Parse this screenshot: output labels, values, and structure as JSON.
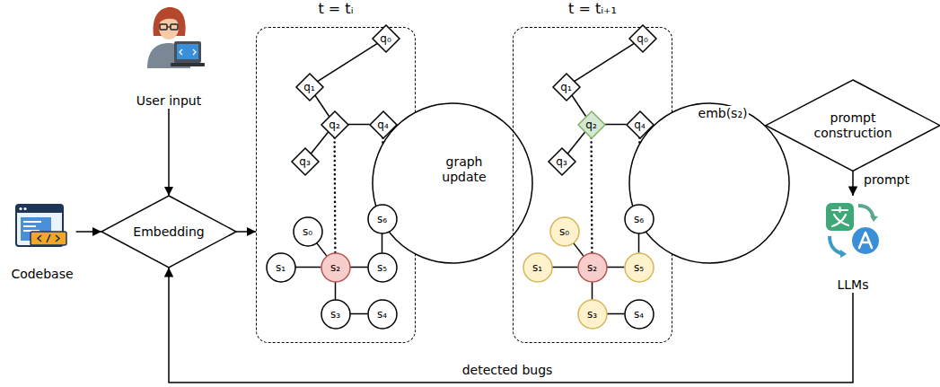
{
  "diagram": {
    "nodes": [
      {
        "text": [
          "User input"
        ]
      },
      {
        "text": [
          "Codebase"
        ]
      },
      {
        "text": [
          "Embedding"
        ]
      },
      {
        "text": [
          "t = tᵢ"
        ]
      },
      {
        "text": [
          "q₀"
        ],
        "in": 3
      },
      {
        "text": [
          "q₁"
        ],
        "in": 3
      },
      {
        "text": [
          "q₂"
        ],
        "in": 3
      },
      {
        "text": [
          "q₃"
        ],
        "in": 3
      },
      {
        "text": [
          "q₄"
        ],
        "in": 3
      },
      {
        "text": [
          "s₀"
        ],
        "in": 3
      },
      {
        "text": [
          "s₁"
        ],
        "in": 3
      },
      {
        "text": [
          "s₂"
        ],
        "in": 3
      },
      {
        "text": [
          "s₃"
        ],
        "in": 3
      },
      {
        "text": [
          "s₄"
        ],
        "in": 3
      },
      {
        "text": [
          "s₅"
        ],
        "in": 3
      },
      {
        "text": [
          "s₆"
        ],
        "in": 3
      },
      {
        "text": [
          "t = tᵢ₊₁"
        ]
      },
      {
        "text": [
          "q₀"
        ],
        "in": 16
      },
      {
        "text": [
          "q₁"
        ],
        "in": 16
      },
      {
        "text": [
          "q₂"
        ],
        "in": 16
      },
      {
        "text": [
          "q₃"
        ],
        "in": 16
      },
      {
        "text": [
          "q₄"
        ],
        "in": 16
      },
      {
        "text": [
          "s₀"
        ],
        "in": 16
      },
      {
        "text": [
          "s₁"
        ],
        "in": 16
      },
      {
        "text": [
          "s₂"
        ],
        "in": 16
      },
      {
        "text": [
          "s₃"
        ],
        "in": 16
      },
      {
        "text": [
          "s₄"
        ],
        "in": 16
      },
      {
        "text": [
          "s₅"
        ],
        "in": 16
      },
      {
        "text": [
          "s₆"
        ],
        "in": 16
      },
      {
        "text": [
          "prompt construction"
        ]
      },
      {
        "text": [
          "LLMs"
        ]
      }
    ],
    "edges": [
      {
        "from": 0,
        "to": 2,
        "arrow": "to"
      },
      {
        "from": 1,
        "to": 2,
        "arrow": "to"
      },
      {
        "from": 2,
        "to": 3,
        "arrow": "to"
      },
      {
        "from": 3,
        "to": 16,
        "label": "graph update",
        "arrow": "to"
      },
      {
        "from": 16,
        "to": 29,
        "label": "emb(s₂)",
        "arrow": "to"
      },
      {
        "from": 29,
        "to": 30,
        "label": "prompt",
        "arrow": "to"
      },
      {
        "from": 30,
        "to": 2,
        "label": "detected bugs",
        "arrow": "to"
      },
      {
        "from": 4,
        "to": 5,
        "arrow": "none"
      },
      {
        "from": 5,
        "to": 6,
        "arrow": "none"
      },
      {
        "from": 6,
        "to": 7,
        "arrow": "none"
      },
      {
        "from": 6,
        "to": 8,
        "arrow": "none"
      },
      {
        "from": 9,
        "to": 11,
        "arrow": "none"
      },
      {
        "from": 10,
        "to": 11,
        "arrow": "none"
      },
      {
        "from": 11,
        "to": 12,
        "arrow": "none"
      },
      {
        "from": 11,
        "to": 14,
        "arrow": "none"
      },
      {
        "from": 12,
        "to": 13,
        "arrow": "none"
      },
      {
        "from": 14,
        "to": 15,
        "arrow": "none"
      },
      {
        "from": 6,
        "to": 11,
        "arrow": "none"
      },
      {
        "from": 8,
        "to": 15,
        "arrow": "none"
      },
      {
        "from": 17,
        "to": 18,
        "arrow": "none"
      },
      {
        "from": 18,
        "to": 19,
        "arrow": "none"
      },
      {
        "from": 19,
        "to": 20,
        "arrow": "none"
      },
      {
        "from": 19,
        "to": 21,
        "arrow": "none"
      },
      {
        "from": 22,
        "to": 24,
        "arrow": "none"
      },
      {
        "from": 23,
        "to": 24,
        "arrow": "none"
      },
      {
        "from": 24,
        "to": 25,
        "arrow": "none"
      },
      {
        "from": 24,
        "to": 27,
        "arrow": "none"
      },
      {
        "from": 25,
        "to": 26,
        "arrow": "none"
      },
      {
        "from": 27,
        "to": 28,
        "arrow": "none"
      },
      {
        "from": 19,
        "to": 24,
        "arrow": "none"
      },
      {
        "from": 21,
        "to": 28,
        "arrow": "none"
      }
    ]
  }
}
